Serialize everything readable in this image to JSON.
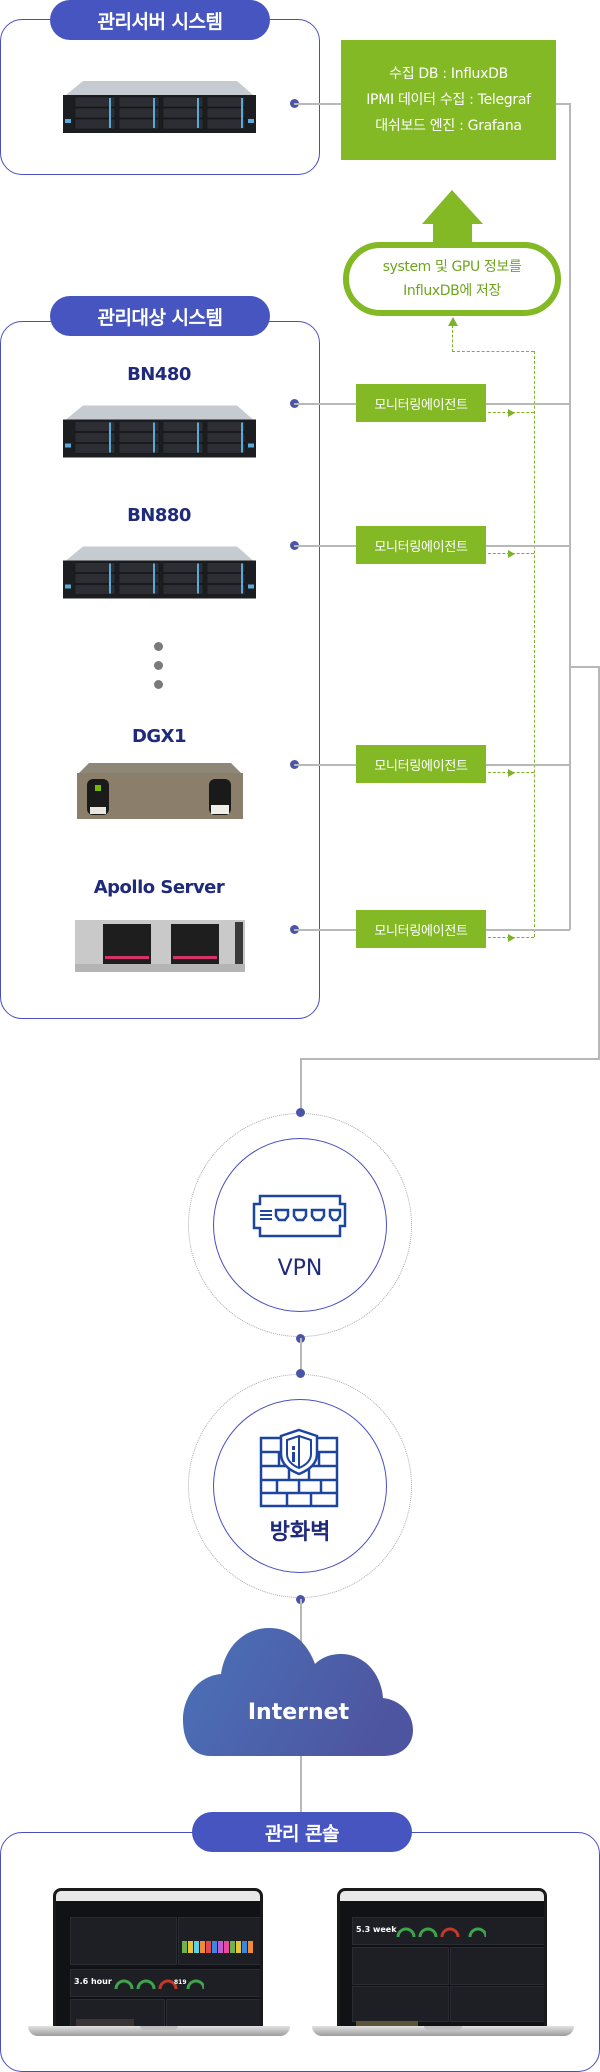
{
  "management_server": {
    "title": "관리서버 시스템",
    "info_lines": [
      "수집 DB : InfluxDB",
      "IPMI 데이터 수집 : Telegraf",
      "대쉬보드 엔진 : Grafana"
    ],
    "store_label_lines": [
      "system 및 GPU 정보를",
      "InfluxDB에 저장"
    ]
  },
  "managed_systems": {
    "title": "관리대상 시스템",
    "servers": [
      {
        "name": "BN480",
        "image": "rack-server-2u",
        "agent": "모니터링에이전트"
      },
      {
        "name": "BN880",
        "image": "rack-server-2u",
        "agent": "모니터링에이전트"
      },
      {
        "name": "DGX1",
        "image": "nvidia-dgx1",
        "agent": "모니터링에이전트"
      },
      {
        "name": "Apollo Server",
        "image": "apollo-server",
        "agent": "모니터링에이전트"
      }
    ]
  },
  "network": {
    "vpn": {
      "label": "VPN",
      "icon": "network-switch-icon"
    },
    "firewall": {
      "label": "방화벽",
      "icon": "firewall-shield-icon"
    },
    "internet": {
      "label": "Internet",
      "icon": "cloud-icon"
    }
  },
  "console": {
    "title": "관리 콘솔",
    "screens": [
      {
        "stat": "3.6 hour",
        "gauge_value": "819"
      },
      {
        "stat": "5.3 week"
      }
    ]
  },
  "colors": {
    "accent_blue": "#4755c0",
    "accent_green": "#82b924",
    "label_navy": "#1f2a7a",
    "connector_grey": "#b8b8b8"
  }
}
